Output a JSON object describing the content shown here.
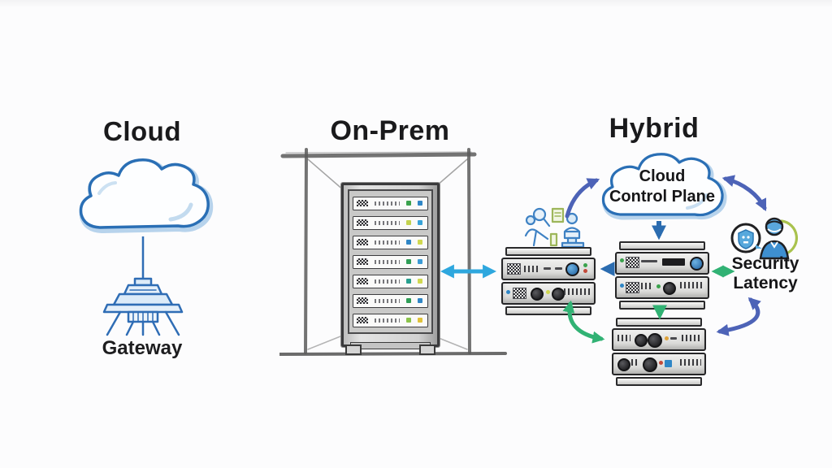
{
  "sections": {
    "cloud": {
      "title": "Cloud",
      "gateway_label": "Gateway"
    },
    "on_prem": {
      "title": "On-Prem"
    },
    "hybrid": {
      "title": "Hybrid",
      "cloud_control_plane": {
        "line1": "Cloud",
        "line2": "Control Plane"
      },
      "annotation": {
        "line1": "Security",
        "line2": "Latency"
      }
    }
  },
  "icons": {
    "left_cloud": "cloud-icon",
    "gateway": "gateway-antenna-icon",
    "on_prem_rack": "server-rack-icon",
    "hybrid_cloud": "cloud-control-plane-icon",
    "admin": "admin-operators-icon",
    "security_user": "security-analyst-icon",
    "server_stacks": "server-stack-icon"
  },
  "colors": {
    "background": "#fcfcfd",
    "heading_text": "#1a1a1c",
    "sketch_blue": "#2a6fb5",
    "sketch_gray": "#5b5b5b",
    "arrow_light_blue": "#2ea7de",
    "arrow_steel_blue": "#2b6cb0",
    "arrow_indigo": "#4d63b7",
    "arrow_green": "#31b274",
    "accent_lime": "#a9c24d"
  }
}
